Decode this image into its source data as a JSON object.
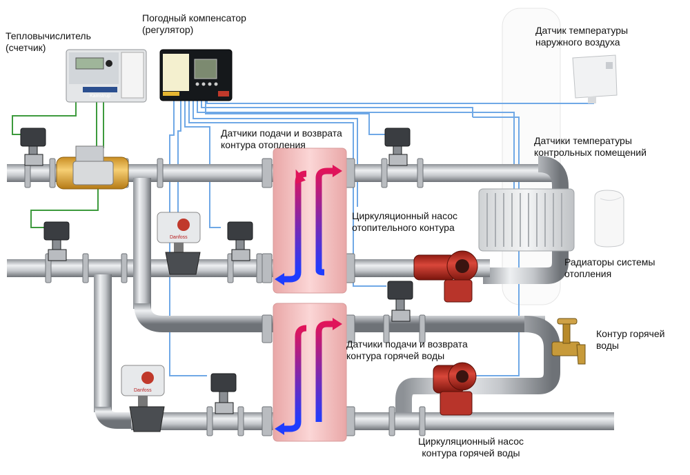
{
  "labels": {
    "heat_calculator": {
      "line1": "Тепловычислитель",
      "line2": "(счетчик)"
    },
    "weather_compensator": {
      "line1": "Погодный компенсатор",
      "line2": "(регулятор)"
    },
    "outdoor_sensor": {
      "line1": "Датчик температуры",
      "line2": "наружного воздуха"
    },
    "heating_sensors": {
      "line1": "Датчики подачи и возврата",
      "line2": "контура отопления"
    },
    "room_sensors": {
      "line1": "Датчики температуры",
      "line2": "контрольных помещений"
    },
    "heating_pump": {
      "line1": "Циркуляционный насос",
      "line2": "отопительного контура"
    },
    "radiators": {
      "line1": "Радиаторы системы",
      "line2": "отопления"
    },
    "hot_water_circuit": {
      "line1": "Контур горячей",
      "line2": "воды"
    },
    "hot_water_sensors": {
      "line1": "Датчики подачи и возврата",
      "line2": "контура горячей воды"
    },
    "hot_water_pump": {
      "line1": "Циркуляционный насос",
      "line2": "контура горячей воды"
    }
  },
  "device_marks": {
    "meter_brand": "Kamstrup",
    "valve_brand": "Danfoss"
  },
  "colors": {
    "pipe": "#b9bcc0",
    "pipe_edge": "#6f7378",
    "signal_wire": "#6fa8e6",
    "green_wire": "#3c9a3c",
    "exchanger": "#f6c6c6",
    "hot_arrow": "#d81b60",
    "cold_arrow": "#1e3cff",
    "pump": "#c0392b",
    "meter_body": "#e9b44c"
  }
}
